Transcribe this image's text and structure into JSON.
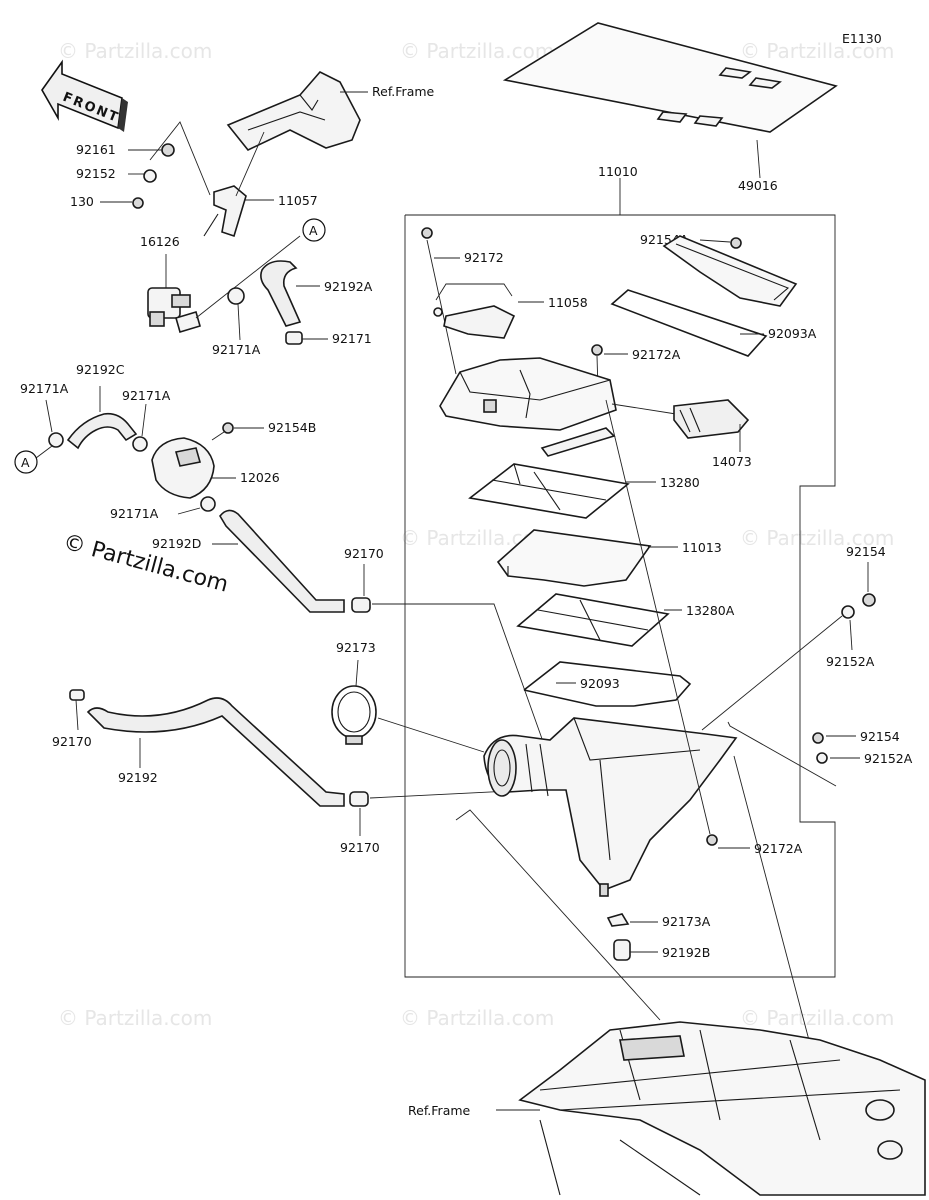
{
  "diagram_code": "E1130",
  "copyright": "© Partzilla.com",
  "watermark": "© Partzilla.com",
  "front_label": "FRONT",
  "circle_label": "A",
  "ref_frame_label": "Ref.Frame",
  "assembly_number": "11010",
  "parts": {
    "p49016": "49016",
    "p92161": "92161",
    "p92152": "92152",
    "p130": "130",
    "p11057": "11057",
    "p16126": "16126",
    "p92192A": "92192A",
    "p92171A_1": "92171A",
    "p92171": "92171",
    "p92192C": "92192C",
    "p92171A_2": "92171A",
    "p92171A_3": "92171A",
    "p92154B": "92154B",
    "p12026": "12026",
    "p92171A_4": "92171A",
    "p92192D": "92192D",
    "p92170_1": "92170",
    "p92173": "92173",
    "p92170_2": "92170",
    "p92192": "92192",
    "p92170_3": "92170",
    "p92154A": "92154A",
    "p92172": "92172",
    "p11058": "11058",
    "p92093A": "92093A",
    "p92172A_1": "92172A",
    "p14073": "14073",
    "p13280": "13280",
    "p11013": "11013",
    "p13280A": "13280A",
    "p92093": "92093",
    "p92154_1": "92154",
    "p92152A_1": "92152A",
    "p92154_2": "92154",
    "p92152A_2": "92152A",
    "p92172A_2": "92172A",
    "p92173A": "92173A",
    "p92192B": "92192B"
  }
}
